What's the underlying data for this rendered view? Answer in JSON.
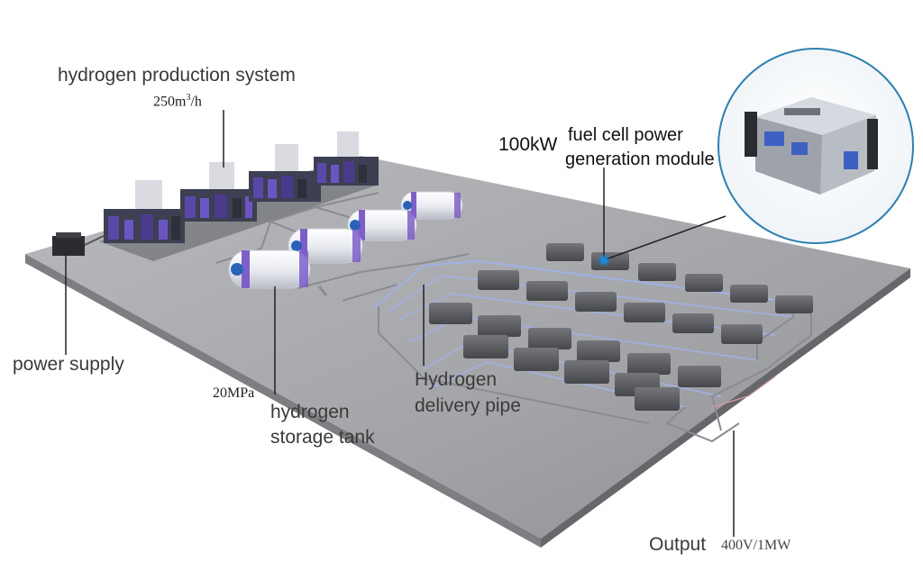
{
  "labels": {
    "production_title": "hydrogen production system",
    "production_rate": "250m",
    "production_rate_sup": "3",
    "production_rate_unit": "/h",
    "power_supply": "power supply",
    "storage_pressure": "20MPa",
    "storage_line1": "hydrogen",
    "storage_line2": "storage tank",
    "pipe_line1": "Hydrogen",
    "pipe_line2": "delivery pipe",
    "module_power": "100kW",
    "module_line1": "fuel cell power",
    "module_line2": "generation module",
    "output_label": "Output",
    "output_value": "400V/1MW"
  },
  "colors": {
    "platform_top": "#a7a8aa",
    "platform_side": "#6e6f72",
    "tank_body": "#eef0f5",
    "tank_band": "#7e5fc9",
    "pipe": "#8a8c92",
    "pipe_highlight": "#9fb2e6",
    "machine_purple": "#4a3a8c",
    "fuel_cell": "#5b5d62",
    "marker": "#1a8ad8",
    "text": "#333333"
  }
}
